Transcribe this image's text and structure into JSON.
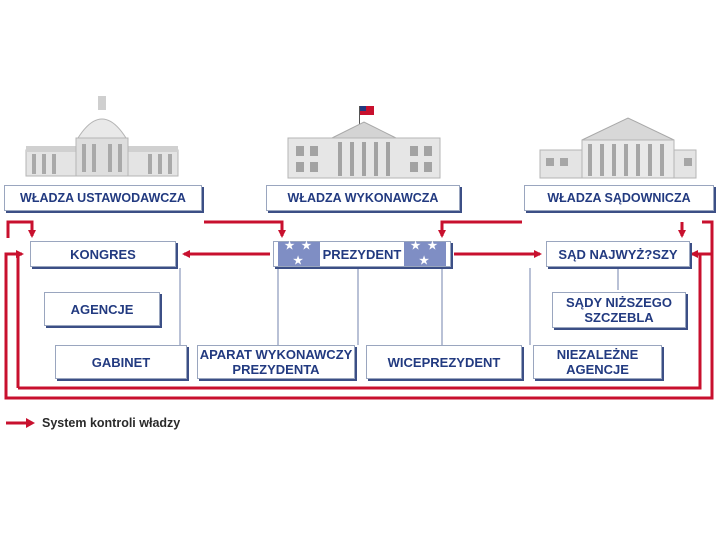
{
  "branches": {
    "legislative": "WŁADZA USTAWODAWCZA",
    "executive": "WŁADZA WYKONAWCZA",
    "judicial": "WŁADZA SĄDOWNICZA"
  },
  "nodes": {
    "kongres": "KONGRES",
    "prezydent": "PREZYDENT",
    "sad_najwyzszy": "SĄD NAJWYŻ?SZY",
    "agencje": "AGENCJE",
    "sady_nizszego_1": "SĄDY NIŻSZEGO",
    "sady_nizszego_2": "SZCZEBLA",
    "gabinet": "GABINET",
    "aparat_1": "APARAT WYKONAWCZY",
    "aparat_2": "PREZYDENTA",
    "wiceprezydent": "WICEPREZYDENT",
    "niezalezne_1": "NIEZALEŻNE",
    "niezalezne_2": "AGENCJE"
  },
  "stars": "★ ★ ★",
  "legend": {
    "label": "System kontroli władzy"
  },
  "colors": {
    "box_text": "#223a80",
    "arrow": "#c8102e",
    "connector": "#b9c1d6",
    "star_band": "#7f8ec4"
  }
}
